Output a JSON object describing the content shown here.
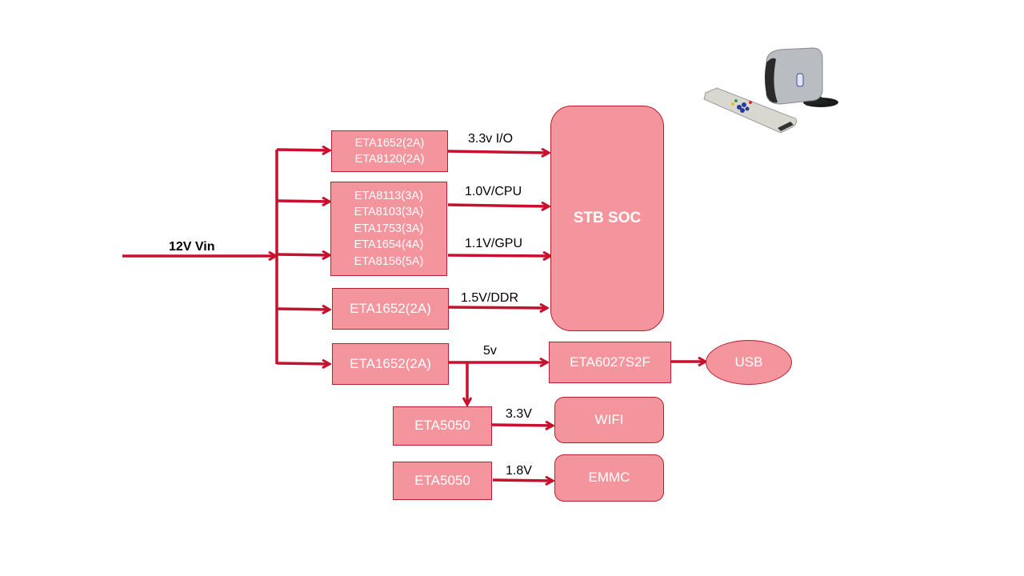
{
  "colors": {
    "wire": "#c8102e",
    "box_fill": "#f4949c",
    "box_border": "#b5202e",
    "box_text": "#ffffff"
  },
  "input": {
    "label": "12V Vin"
  },
  "regulators": {
    "r1": {
      "lines": [
        "ETA1652(2A)",
        "ETA8120(2A)"
      ]
    },
    "r2": {
      "lines": [
        "ETA8113(3A)",
        "ETA8103(3A)",
        "ETA1753(3A)",
        "ETA1654(4A)",
        "ETA8156(5A)"
      ]
    },
    "r3": {
      "lines": [
        "ETA1652(2A)"
      ]
    },
    "r4": {
      "lines": [
        "ETA1652(2A)"
      ]
    },
    "r5": {
      "lines": [
        "ETA5050"
      ]
    },
    "r6": {
      "lines": [
        "ETA5050"
      ]
    },
    "usb_switch": {
      "lines": [
        "ETA6027S2F"
      ]
    }
  },
  "rails": {
    "io": "3.3v I/O",
    "cpu": "1.0V/CPU",
    "gpu": "1.1V/GPU",
    "ddr": "1.5V/DDR",
    "five": "5v",
    "wifi": "3.3V",
    "emmc": "1.8V"
  },
  "loads": {
    "soc": "STB SOC",
    "usb": "USB",
    "wifi": "WIFI",
    "emmc": "EMMC"
  },
  "image": {
    "icon": "set-top-box-with-remote-photo"
  }
}
